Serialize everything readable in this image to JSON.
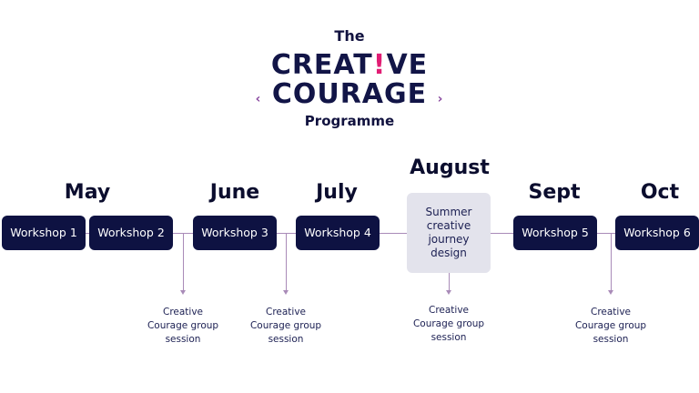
{
  "logo": {
    "the": "The",
    "line1_a": "CREAT",
    "line1_excl": "!",
    "line1_b": "VE",
    "line2": "COURAGE",
    "programme": "Programme"
  },
  "months": [
    "May",
    "June",
    "July",
    "August",
    "Sept",
    "Oct"
  ],
  "workshops": [
    "Workshop 1",
    "Workshop 2",
    "Workshop 3",
    "Workshop 4",
    "Workshop 5",
    "Workshop 6"
  ],
  "summer_box": "Summer\ncreative\njourney\ndesign",
  "sessions": [
    "Creative\nCourage group\nsession",
    "Creative\nCourage group\nsession",
    "Creative\nCourage group\nsession",
    "Creative\nCourage group\nsession"
  ],
  "colors": {
    "workshop_fill": "#0e1242",
    "summer_fill": "#e3e3ec",
    "connector": "#a98bb8",
    "accent": "#e11d74"
  }
}
